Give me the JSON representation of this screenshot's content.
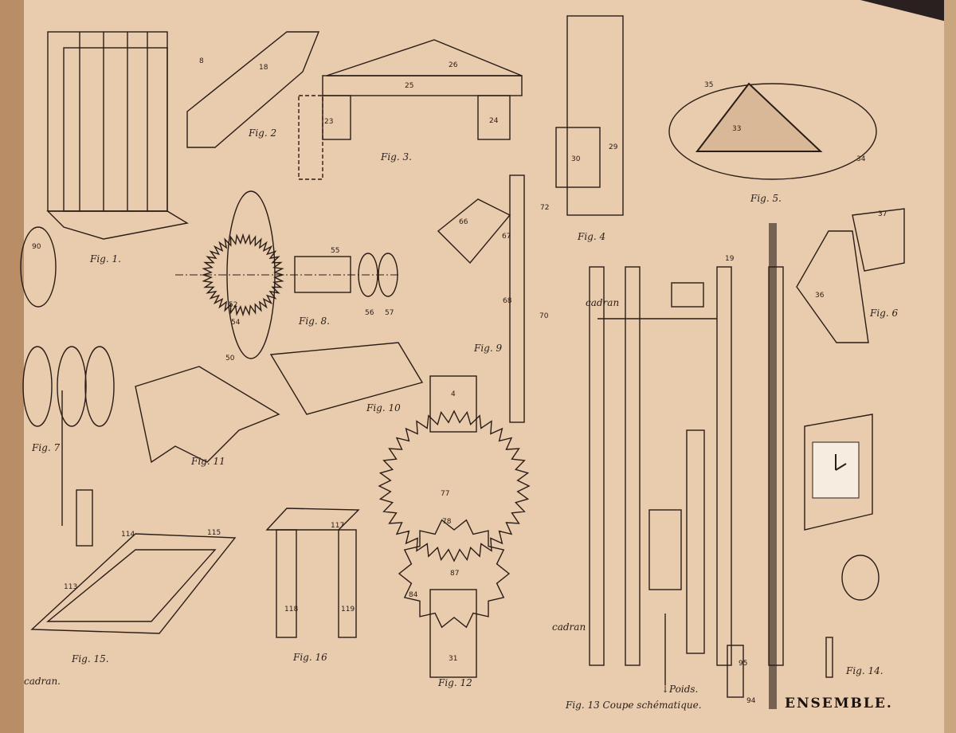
{
  "plate": {
    "title": "ENSEMBLE.",
    "colors": {
      "paper": "#e9cbad",
      "ink": "#2a1d16",
      "edge": "#b98d66"
    },
    "figures": [
      {
        "id": "fig1",
        "label": "Fig. 1."
      },
      {
        "id": "fig2",
        "label": "Fig. 2"
      },
      {
        "id": "fig3",
        "label": "Fig. 3."
      },
      {
        "id": "fig4",
        "label": "Fig. 4"
      },
      {
        "id": "fig5",
        "label": "Fig. 5."
      },
      {
        "id": "fig6",
        "label": "Fig. 6"
      },
      {
        "id": "fig7",
        "label": "Fig. 7"
      },
      {
        "id": "fig8",
        "label": "Fig. 8."
      },
      {
        "id": "fig9",
        "label": "Fig. 9"
      },
      {
        "id": "fig10",
        "label": "Fig. 10"
      },
      {
        "id": "fig11",
        "label": "Fig. 11"
      },
      {
        "id": "fig12",
        "label": "Fig. 12"
      },
      {
        "id": "fig13",
        "label": "Fig. 13   Coupe  schématique."
      },
      {
        "id": "fig14",
        "label": "Fig. 14."
      },
      {
        "id": "fig15",
        "label": "Fig. 15."
      },
      {
        "id": "fig16",
        "label": "Fig. 16"
      }
    ],
    "annotations": {
      "cadran_1": "cadran.",
      "cadran_2": "cadran",
      "cadran_3": "cadran",
      "poids": "↓Poids."
    },
    "part_numbers": [
      "90",
      "52",
      "54",
      "50",
      "55",
      "56",
      "57",
      "4",
      "77",
      "78",
      "84",
      "87",
      "31",
      "117",
      "118",
      "119",
      "30",
      "29",
      "33",
      "35",
      "34",
      "36",
      "37",
      "26",
      "25",
      "23",
      "24",
      "66",
      "67",
      "68",
      "70",
      "72",
      "94",
      "95",
      "19",
      "8",
      "18",
      "114",
      "115",
      "113"
    ]
  }
}
